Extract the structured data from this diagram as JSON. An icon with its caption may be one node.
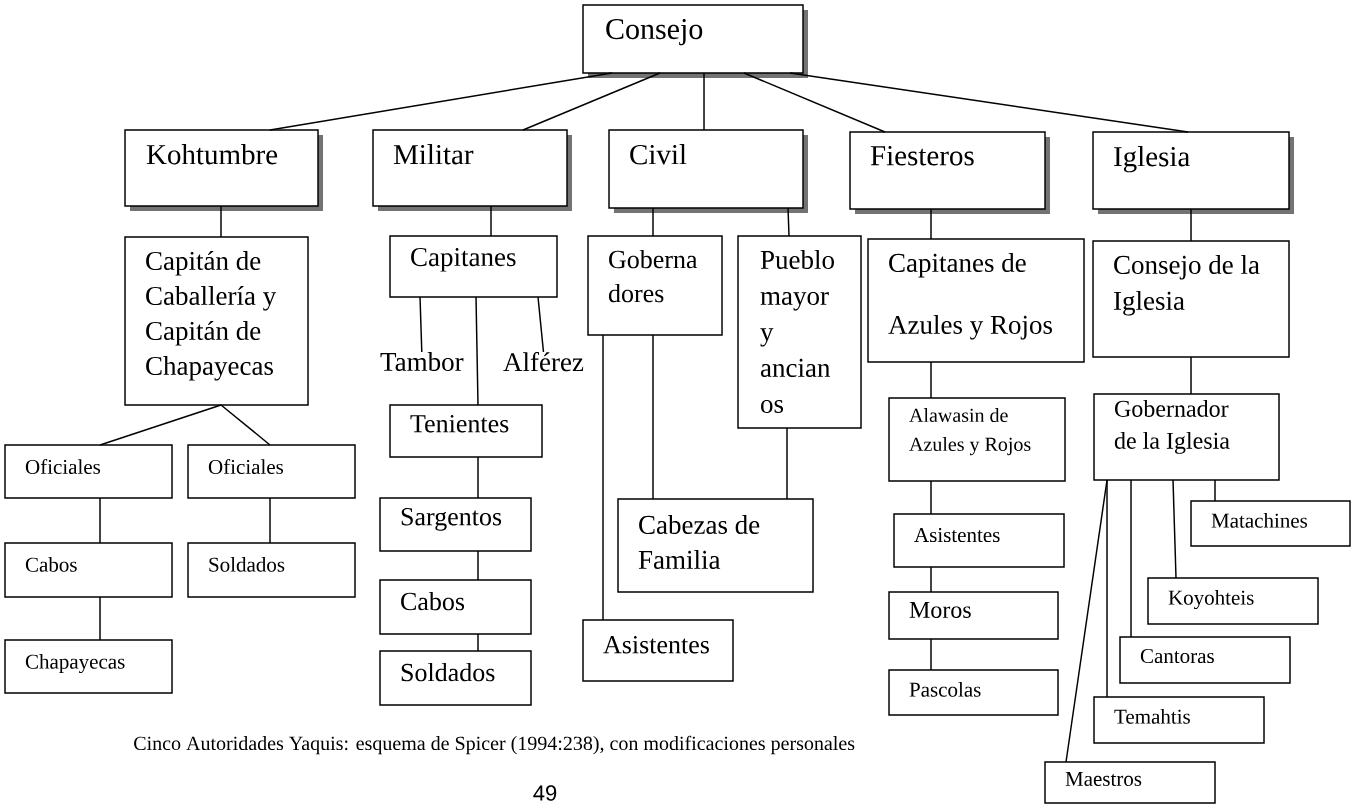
{
  "diagram": {
    "caption": "Cinco Autoridades Yaquis: esquema de Spicer (1994:238), con modificaciones personales",
    "nodes": [
      {
        "text": [
          "Consejo"
        ]
      },
      {
        "text": [
          "Kohtumbre"
        ]
      },
      {
        "text": [
          "Militar"
        ]
      },
      {
        "text": [
          "Civil"
        ]
      },
      {
        "text": [
          "Fiesteros"
        ]
      },
      {
        "text": [
          "Iglesia"
        ]
      },
      {
        "text": [
          "Capitán de Caballería y Capitán de Chapayecas"
        ]
      },
      {
        "text": [
          "Capitanes"
        ]
      },
      {
        "text": [
          "Tambor"
        ]
      },
      {
        "text": [
          "Alférez"
        ]
      },
      {
        "text": [
          "Tenientes"
        ]
      },
      {
        "text": [
          "Sargentos"
        ]
      },
      {
        "text": [
          "Cabos"
        ]
      },
      {
        "text": [
          "Soldados"
        ]
      },
      {
        "text": [
          "Goberna dores"
        ]
      },
      {
        "text": [
          "Pueblo mayor y ancian os"
        ]
      },
      {
        "text": [
          "Capitanes de Azules y Rojos"
        ]
      },
      {
        "text": [
          "Consejo de la Iglesia"
        ]
      },
      {
        "text": [
          "Cabezas de Familia"
        ]
      },
      {
        "text": [
          "Asistentes"
        ]
      },
      {
        "text": [
          "Oficiales"
        ]
      },
      {
        "text": [
          "Oficiales"
        ]
      },
      {
        "text": [
          "Cabos"
        ]
      },
      {
        "text": [
          "Soldados"
        ]
      },
      {
        "text": [
          "Chapayecas"
        ]
      },
      {
        "text": [
          "Alawasin de Azules y Rojos"
        ]
      },
      {
        "text": [
          "Asistentes"
        ]
      },
      {
        "text": [
          "Moros"
        ]
      },
      {
        "text": [
          "Pascolas"
        ]
      },
      {
        "text": [
          "Gobernador de la Iglesia"
        ]
      },
      {
        "text": [
          "Matachines"
        ]
      },
      {
        "text": [
          "Koyohteis"
        ]
      },
      {
        "text": [
          "Cantoras"
        ]
      },
      {
        "text": [
          "Temahtis"
        ]
      },
      {
        "text": [
          "Maestros"
        ]
      }
    ],
    "edges": [
      {
        "from": 0,
        "to": 1,
        "arrow": "none"
      },
      {
        "from": 0,
        "to": 2,
        "arrow": "none"
      },
      {
        "from": 0,
        "to": 3,
        "arrow": "none"
      },
      {
        "from": 0,
        "to": 4,
        "arrow": "none"
      },
      {
        "from": 0,
        "to": 5,
        "arrow": "none"
      },
      {
        "from": 1,
        "to": 6,
        "arrow": "none"
      },
      {
        "from": 2,
        "to": 7,
        "arrow": "none"
      },
      {
        "from": 7,
        "to": 8,
        "arrow": "none"
      },
      {
        "from": 7,
        "to": 9,
        "arrow": "none"
      },
      {
        "from": 7,
        "to": 10,
        "arrow": "none"
      },
      {
        "from": 10,
        "to": 11,
        "arrow": "none"
      },
      {
        "from": 11,
        "to": 12,
        "arrow": "none"
      },
      {
        "from": 12,
        "to": 13,
        "arrow": "none"
      },
      {
        "from": 3,
        "to": 14,
        "arrow": "none"
      },
      {
        "from": 3,
        "to": 15,
        "arrow": "none"
      },
      {
        "from": 14,
        "to": 18,
        "arrow": "none"
      },
      {
        "from": 14,
        "to": 19,
        "arrow": "none"
      },
      {
        "from": 15,
        "to": 18,
        "arrow": "none"
      },
      {
        "from": 6,
        "to": 20,
        "arrow": "none"
      },
      {
        "from": 6,
        "to": 21,
        "arrow": "none"
      },
      {
        "from": 20,
        "to": 22,
        "arrow": "none"
      },
      {
        "from": 22,
        "to": 24,
        "arrow": "none"
      },
      {
        "from": 21,
        "to": 23,
        "arrow": "none"
      },
      {
        "from": 4,
        "to": 16,
        "arrow": "none"
      },
      {
        "from": 16,
        "to": 25,
        "arrow": "none"
      },
      {
        "from": 25,
        "to": 26,
        "arrow": "none"
      },
      {
        "from": 26,
        "to": 27,
        "arrow": "none"
      },
      {
        "from": 27,
        "to": 28,
        "arrow": "none"
      },
      {
        "from": 5,
        "to": 17,
        "arrow": "none"
      },
      {
        "from": 17,
        "to": 29,
        "arrow": "none"
      },
      {
        "from": 29,
        "to": 30,
        "arrow": "none"
      },
      {
        "from": 29,
        "to": 31,
        "arrow": "none"
      },
      {
        "from": 29,
        "to": 32,
        "arrow": "none"
      },
      {
        "from": 29,
        "to": 33,
        "arrow": "none"
      },
      {
        "from": 29,
        "to": 34,
        "arrow": "none"
      }
    ],
    "labels": [
      "49"
    ]
  }
}
